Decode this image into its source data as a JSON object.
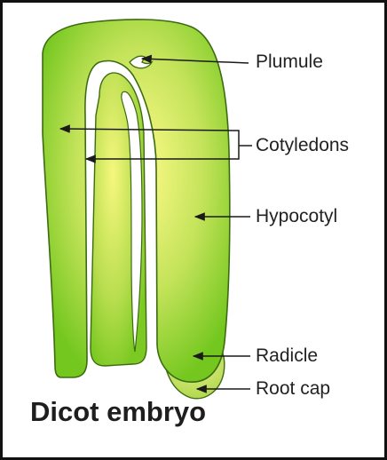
{
  "title": "Dicot embryo",
  "labels": {
    "plumule": "Plumule",
    "cotyledons": "Cotyledons",
    "hypocotyl": "Hypocotyl",
    "radicle": "Radicle",
    "root_cap": "Root cap"
  },
  "colors": {
    "tissue_center": "#fffb8a",
    "tissue_edge": "#74c71f",
    "outline": "#3d6b12",
    "root_cap": "#c3df5c",
    "frame": "#111111",
    "arrow": "#1a1a1a"
  }
}
